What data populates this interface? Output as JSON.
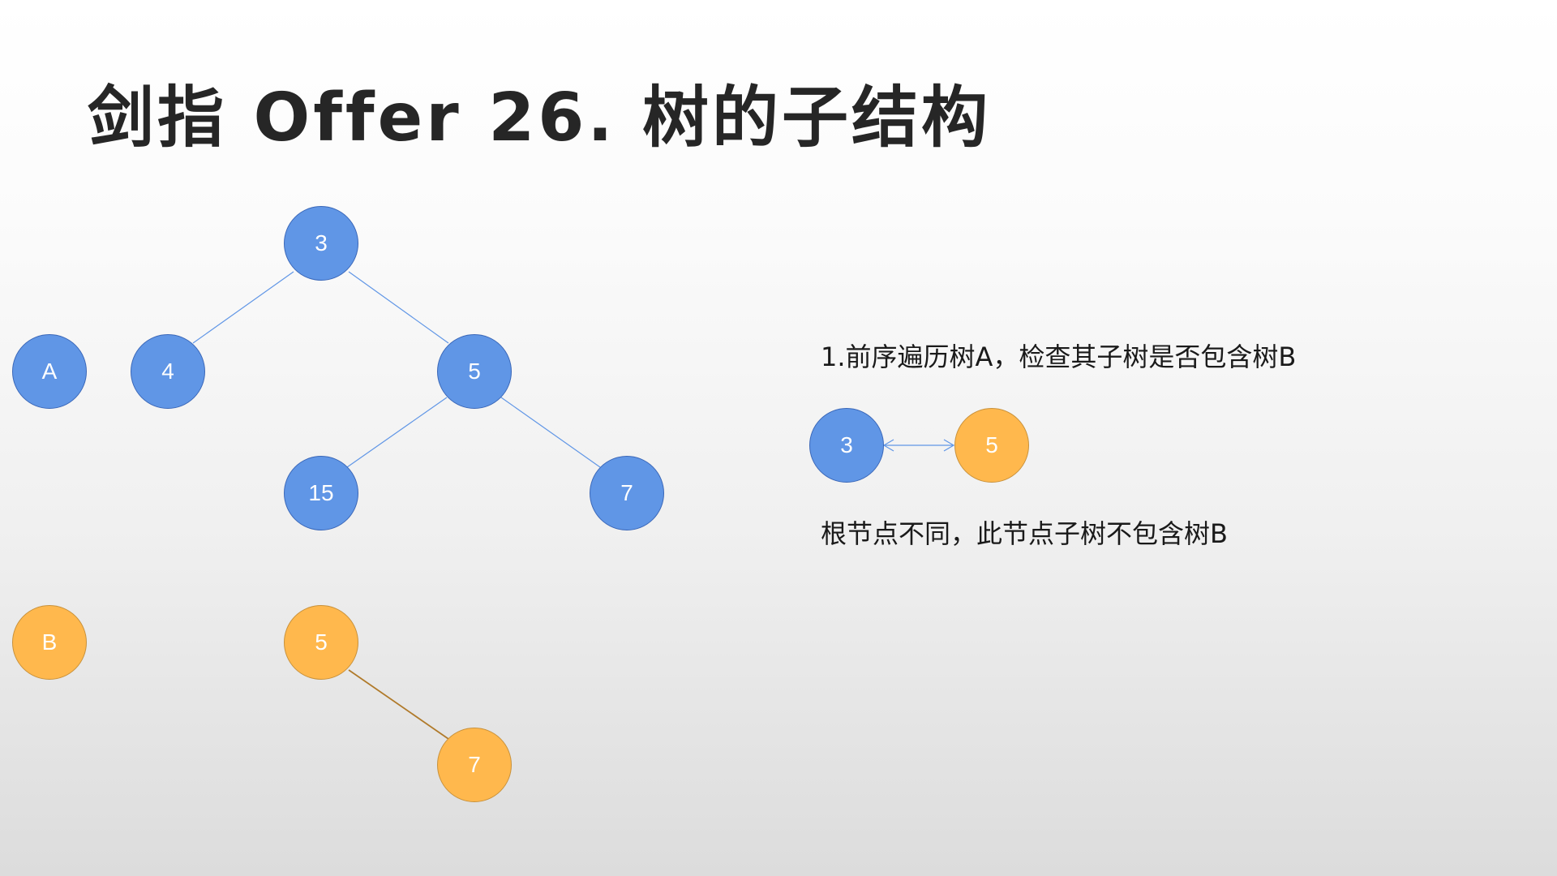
{
  "title": "剑指 Offer 26. 树的子结构",
  "tree_a": {
    "label": "A",
    "nodes": {
      "root": "3",
      "left": "4",
      "right": "5",
      "right_left": "15",
      "right_right": "7"
    }
  },
  "tree_b": {
    "label": "B",
    "nodes": {
      "root": "5",
      "right": "7"
    }
  },
  "step": {
    "text": "1.前序遍历树A，检查其子树是否包含树B",
    "compare_a": "3",
    "compare_b": "5",
    "result": "根节点不同，此节点子树不包含树B"
  },
  "colors": {
    "tree_a_fill": "#6096e6",
    "tree_b_fill": "#ffb84d",
    "tree_a_edge": "#6096e6",
    "tree_b_edge": "#b07a2a"
  }
}
